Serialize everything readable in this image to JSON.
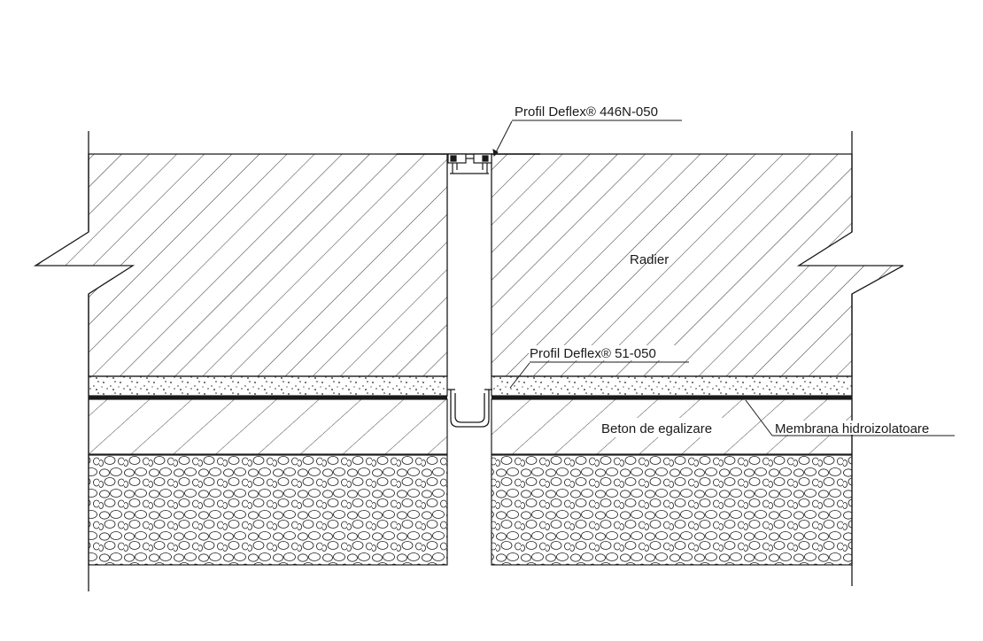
{
  "drawing": {
    "labels": {
      "top_profile": "Profil Deflex® 446N-050",
      "slab": "Radier",
      "bottom_profile": "Profil Deflex® 51-050",
      "levelling_concrete": "Beton de egalizare",
      "membrane": "Membrana hidroizolatoare"
    },
    "colors": {
      "line": "#1a1a1a",
      "background": "#ffffff"
    }
  }
}
